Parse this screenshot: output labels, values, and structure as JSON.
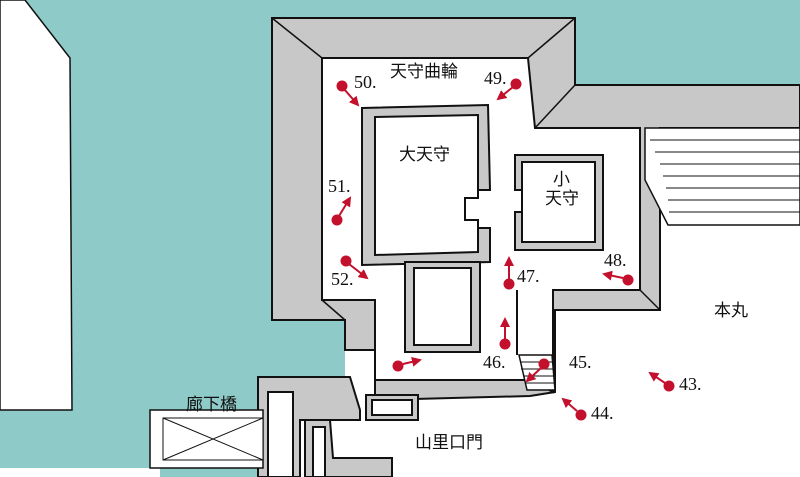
{
  "map": {
    "colors": {
      "water": "#8ecac7",
      "wall": "#c8c8c8",
      "marker": "#c3102d",
      "ground": "#ffffff"
    },
    "areas": {
      "tenshu_kuruwa": "天守曲輪",
      "dai_tenshu": "大天守",
      "sho_tenshu_1": "小",
      "sho_tenshu_2": "天守",
      "honmaru": "本丸",
      "rokabashi": "廊下橋",
      "yamazato_gate": "山里口門"
    },
    "markers": {
      "m43": "43.",
      "m44": "44.",
      "m45": "45.",
      "m46": "46.",
      "m47": "47.",
      "m48": "48.",
      "m49": "49.",
      "m50": "50.",
      "m51": "51.",
      "m52": "52."
    }
  }
}
